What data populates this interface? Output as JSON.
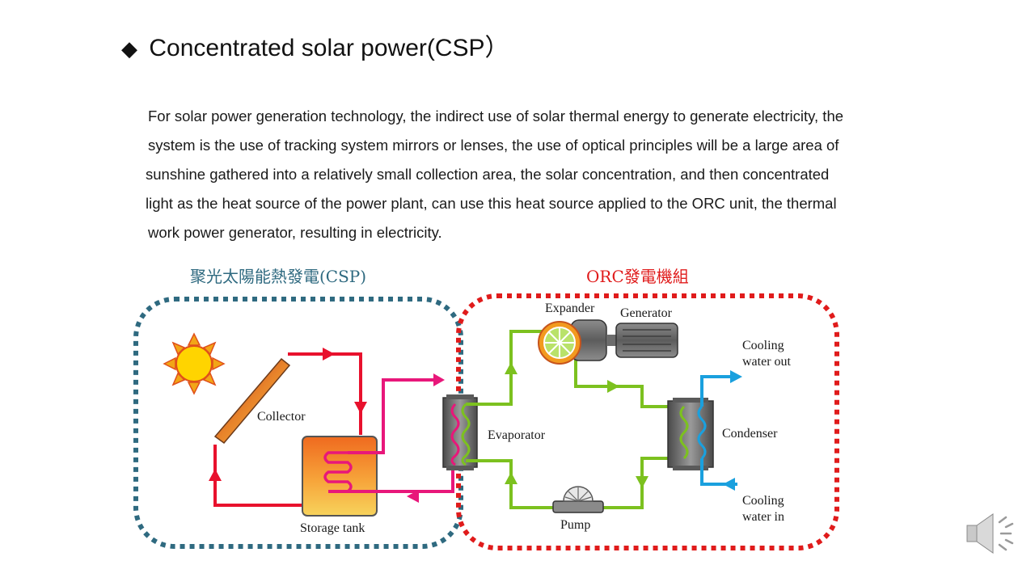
{
  "slide": {
    "title_bullet": "◆",
    "title": "Concentrated solar power(CSP）",
    "body_lines": [
      "For solar power generation technology, the indirect use of solar thermal energy to generate electricity, the",
      "system is the use of tracking system mirrors or lenses, the use of optical principles will be a large area of",
      "sunshine gathered into a relatively small collection area, the solar concentration, and then concentrated",
      "light as the heat source of the power plant, can use this heat source applied to the ORC unit, the thermal",
      "work power generator, resulting in electricity."
    ]
  },
  "diagram": {
    "csp_group_label": "聚光太陽能熱發電(CSP)",
    "orc_group_label": "ORC發電機組",
    "labels": {
      "collector": "Collector",
      "storage_tank": "Storage tank",
      "evaporator": "Evaporator",
      "expander": "Expander",
      "generator": "Generator",
      "pump": "Pump",
      "condenser": "Condenser",
      "cooling_out_1": "Cooling",
      "cooling_out_2": "water out",
      "cooling_in_1": "Cooling",
      "cooling_in_2": "water in"
    },
    "colors": {
      "csp_border": "#2f6a80",
      "orc_border": "#e01b1b",
      "solar_loop": "#e8112d",
      "heat_loop": "#e8177a",
      "orc_loop": "#7cc11f",
      "cooling_loop": "#1aa0de",
      "sun": "#ffd400"
    }
  },
  "controls": {
    "speaker_icon": "speaker-icon"
  }
}
